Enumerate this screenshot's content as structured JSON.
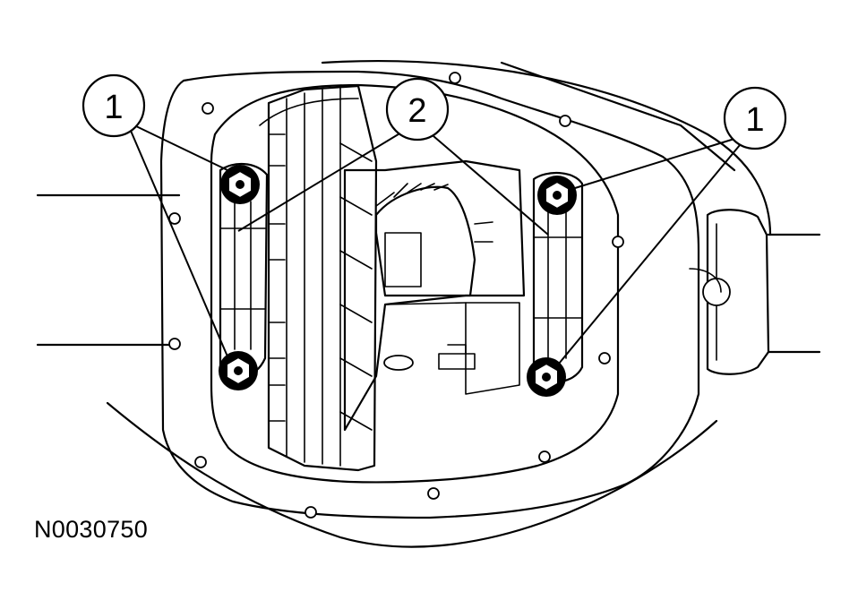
{
  "figure": {
    "id": "N0030750"
  },
  "callouts": [
    {
      "label": "1"
    },
    {
      "label": "2"
    },
    {
      "label": "1"
    }
  ],
  "colors": {
    "ink": "#000000",
    "paper": "#ffffff"
  }
}
